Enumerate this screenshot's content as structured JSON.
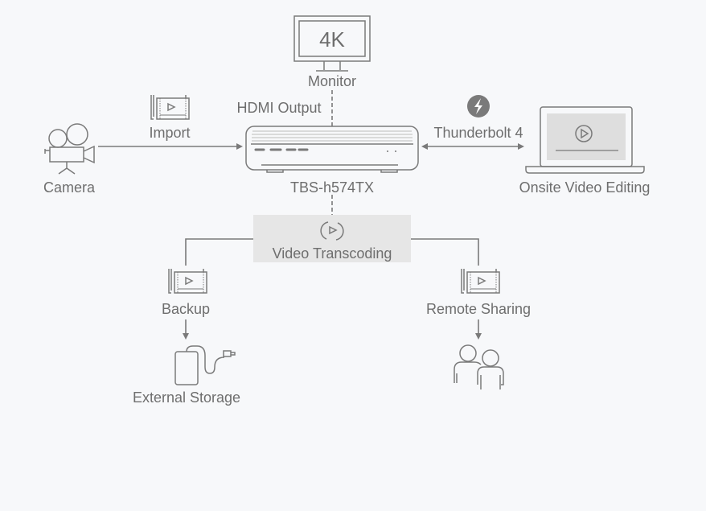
{
  "colors": {
    "background": "#f7f8fa",
    "line": "#7a7a7a",
    "text": "#6e6e6e",
    "highlight_box": "#e6e6e6"
  },
  "monitor": {
    "badge": "4K",
    "label": "Monitor",
    "icon": "monitor-icon"
  },
  "hdmi_label": "HDMI Output",
  "device": {
    "label": "TBS-h574TX",
    "icon": "nas-device-icon"
  },
  "camera": {
    "label": "Camera",
    "icon": "video-camera-icon"
  },
  "import": {
    "label": "Import",
    "icon": "video-files-icon"
  },
  "thunderbolt": {
    "label": "Thunderbolt 4",
    "icon": "thunderbolt-icon"
  },
  "laptop": {
    "label": "Onsite Video Editing",
    "icon": "laptop-video-icon"
  },
  "transcoding": {
    "label": "Video Transcoding",
    "icon": "transcode-icon"
  },
  "backup": {
    "label": "Backup",
    "icon": "video-files-icon"
  },
  "external_storage": {
    "label": "External Storage",
    "icon": "external-drive-icon"
  },
  "remote_sharing": {
    "label": "Remote Sharing",
    "icon": "video-files-icon"
  },
  "users": {
    "icon": "users-icon"
  }
}
